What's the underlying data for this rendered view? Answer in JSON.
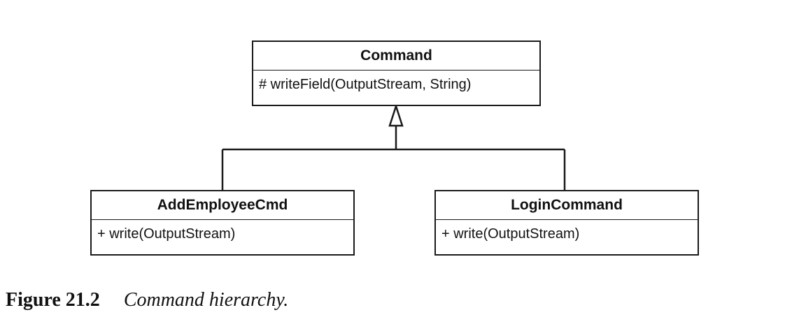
{
  "diagram": {
    "classes": [
      {
        "name": "Command",
        "operations": [
          "# writeField(OutputStream, String)"
        ]
      },
      {
        "name": "AddEmployeeCmd",
        "operations": [
          "+ write(OutputStream)"
        ]
      },
      {
        "name": "LoginCommand",
        "operations": [
          "+ write(OutputStream)"
        ]
      }
    ],
    "relationships": [
      {
        "type": "generalization",
        "from": "AddEmployeeCmd",
        "to": "Command"
      },
      {
        "type": "generalization",
        "from": "LoginCommand",
        "to": "Command"
      }
    ]
  },
  "caption": {
    "number": "Figure 21.2",
    "title": "Command hierarchy."
  }
}
